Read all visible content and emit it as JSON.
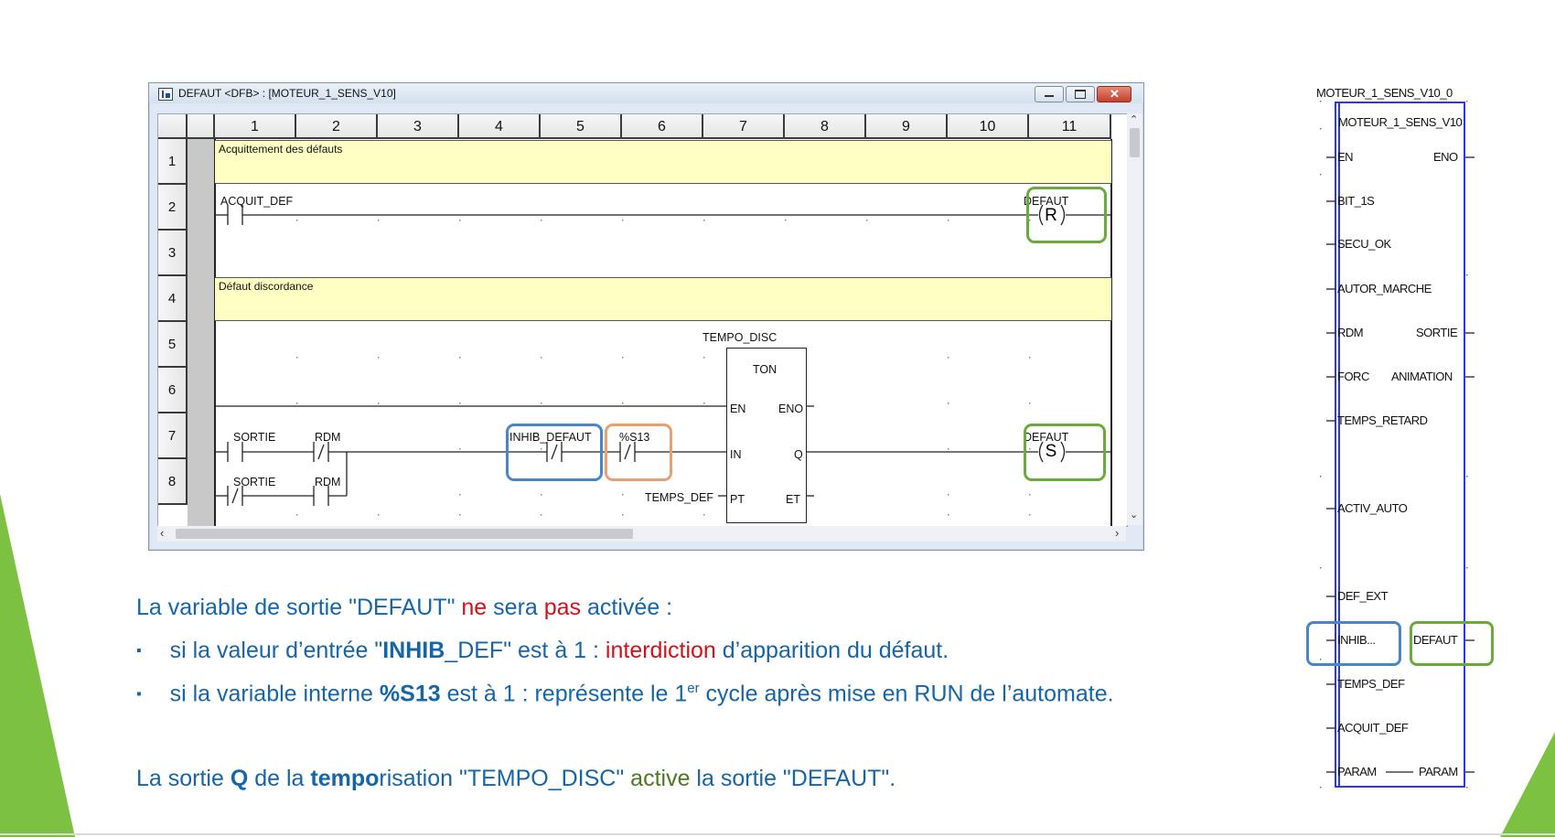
{
  "window": {
    "title": "DEFAUT <DFB> : [MOTEUR_1_SENS_V10]",
    "columns": [
      "1",
      "2",
      "3",
      "4",
      "5",
      "6",
      "7",
      "8",
      "9",
      "10",
      "11"
    ],
    "rows": [
      "1",
      "2",
      "3",
      "4",
      "5",
      "6",
      "7",
      "8"
    ],
    "comments": {
      "row1": "Acquittement des défauts",
      "row4": "Défaut discordance"
    },
    "rung2": {
      "contact": "ACQUIT_DEF",
      "coil": "DEFAUT",
      "coil_type": "R"
    },
    "timer": {
      "instance": "TEMPO_DISC",
      "type": "TON",
      "en": "EN",
      "eno": "ENO",
      "in": "IN",
      "q": "Q",
      "pt": "PT",
      "et": "ET",
      "pt_var": "TEMPS_DEF"
    },
    "rung7": {
      "contact1": "SORTIE",
      "contact2": "RDM",
      "contact3": "INHIB_DEFAUT",
      "contact4": "%S13",
      "coil": "DEFAUT",
      "coil_type": "S",
      "neg": "/"
    },
    "rung8": {
      "contact1": "SORTIE",
      "contact2": "RDM"
    }
  },
  "text": {
    "line1": {
      "a": "La variable de sortie \"DEFAUT\" ",
      "ne": "ne",
      "b": " sera ",
      "pas": "pas",
      "c": " activée :"
    },
    "bullet1": {
      "a": "si la valeur d’entrée \"",
      "inhib": "INHIB",
      "b": "_DEF\" est à 1 : ",
      "inter": "interdiction",
      "c": " d’apparition du défaut."
    },
    "bullet2": {
      "a": "si la variable interne ",
      "s13": "%S13",
      "b": " est à 1 : représente le 1",
      "sup": "er",
      "c": " cycle après mise en RUN de l’automate."
    },
    "line4": {
      "a": "La sortie ",
      "q": "Q",
      "b": " de la ",
      "tempo": "tempo",
      "c": "risation \"TEMPO_DISC\" ",
      "active": "active",
      "d": " la sortie \"DEFAUT\"."
    },
    "bullet_char": "▪"
  },
  "block": {
    "instance": "MOTEUR_1_SENS_V10_0",
    "type": "MOTEUR_1_SENS_V10",
    "inputs": [
      "EN",
      "BIT_1S",
      "SECU_OK",
      "AUTOR_MARCHE",
      "RDM",
      "FORC",
      "TEMPS_RETARD",
      "ACTIV_AUTO",
      "DEF_EXT",
      "INHIB...",
      "TEMPS_DEF",
      "ACQUIT_DEF",
      "PARAM"
    ],
    "outputs": [
      "ENO",
      "SORTIE",
      "ANIMATION",
      "DEFAUT",
      "PARAM"
    ]
  },
  "colors": {
    "blue_text": "#1565a8",
    "red": "#d0121b",
    "green": "#4b7a1f",
    "highlight_green": "#6aaa3a",
    "highlight_blue": "#4a86c5",
    "highlight_orange": "#e8a070",
    "block_border": "#2a3ae0"
  }
}
